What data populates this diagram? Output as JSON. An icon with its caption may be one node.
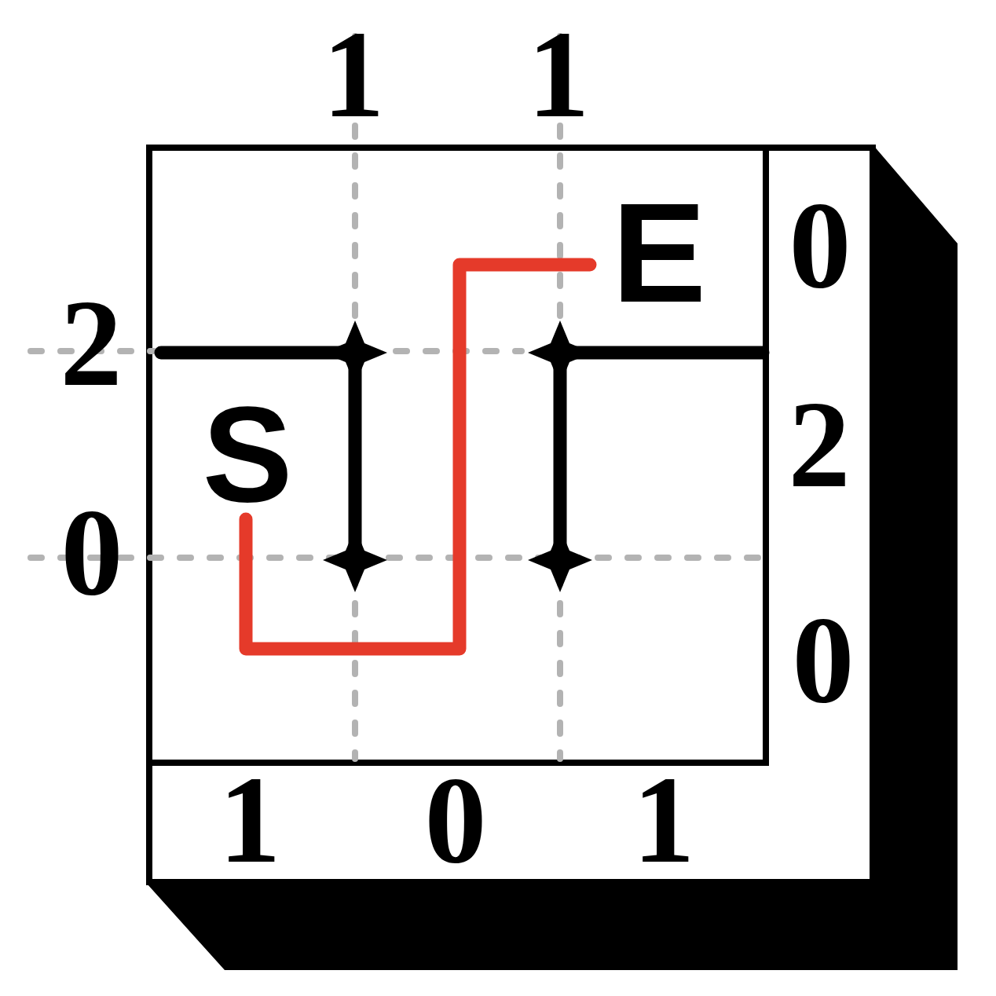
{
  "diagram": {
    "nodes": [
      {
        "text": [
          "S"
        ]
      },
      {
        "text": [
          "E"
        ]
      }
    ],
    "edges": [
      {
        "from": 0,
        "to": 1,
        "arrow": "none",
        "color": "#e53a2a"
      }
    ],
    "labels": [
      "1",
      "1",
      "0",
      "2",
      "2",
      "0",
      "0",
      "1",
      "0",
      "1"
    ]
  }
}
